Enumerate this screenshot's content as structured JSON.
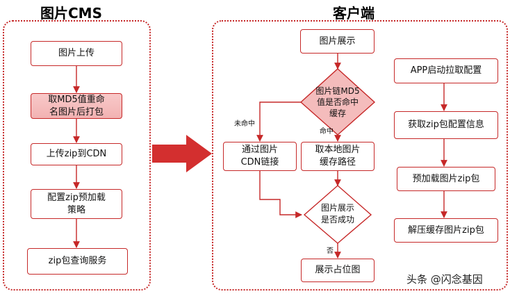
{
  "cms": {
    "title": "图片CMS",
    "steps": [
      "图片上传",
      "取MD5值重命\n名图片后打包",
      "上传zip到CDN",
      "配置zip预加载\n策略",
      "zip包查询服务"
    ]
  },
  "client": {
    "title": "客户端",
    "show": "图片展示",
    "md5_cache_decision": "图片链MD5\n值是否命中\n缓存",
    "miss_label": "未命中",
    "hit_label": "命中",
    "load_from_cdn": "通过图片\nCDN链接",
    "load_local": "取本地图片\n缓存路径",
    "success_decision": "图片展示\n是否成功",
    "no_label": "否",
    "placeholder": "展示占位图",
    "app_steps": [
      "APP启动拉取配置",
      "获取zip包配置信息",
      "预加载图片zip包",
      "解压缓存图片zip包"
    ]
  },
  "watermark": "头条 @闪念基因",
  "colors": {
    "accent": "#c62828",
    "highlight": "#f4bcbc"
  }
}
